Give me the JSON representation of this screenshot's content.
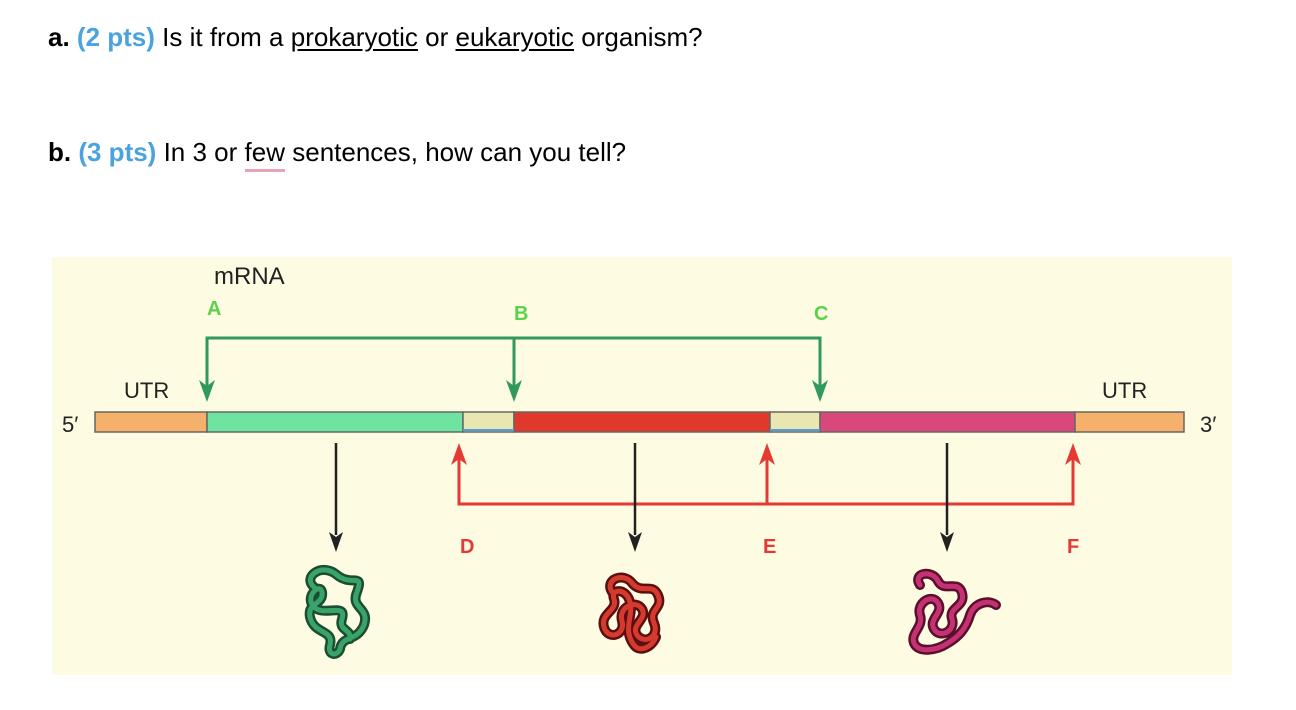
{
  "question_a": {
    "label": "a.",
    "points": "(2 pts)",
    "text1": "Is it from a",
    "option1": "prokaryotic",
    "text2": "or",
    "option2": "eukaryotic",
    "text3": "organism?"
  },
  "question_b": {
    "label": "b.",
    "points": "(3 pts)",
    "text1": "In 3 or",
    "flagged_word": "few",
    "text2": "sentences, how can you tell?"
  },
  "diagram": {
    "mrna_label": "mRNA",
    "five_prime": "5′",
    "three_prime": "3′",
    "utr_left": "UTR",
    "utr_right": "UTR",
    "start_labels": [
      "A",
      "B",
      "C"
    ],
    "stop_labels": [
      "D",
      "E",
      "F"
    ],
    "colors": {
      "background": "#fdfbe1",
      "utr": "#f5b06b",
      "gene1": "#6fe3a0",
      "gene2": "#e0392b",
      "gene3": "#d9487a",
      "spacer": "#e9e6b2",
      "start_bracket": "#2f9a5c",
      "start_label": "#5cd14a",
      "stop_bracket": "#e53935",
      "protein1": "#2f8f5a",
      "protein2": "#c62828",
      "protein3": "#b0245c"
    }
  }
}
